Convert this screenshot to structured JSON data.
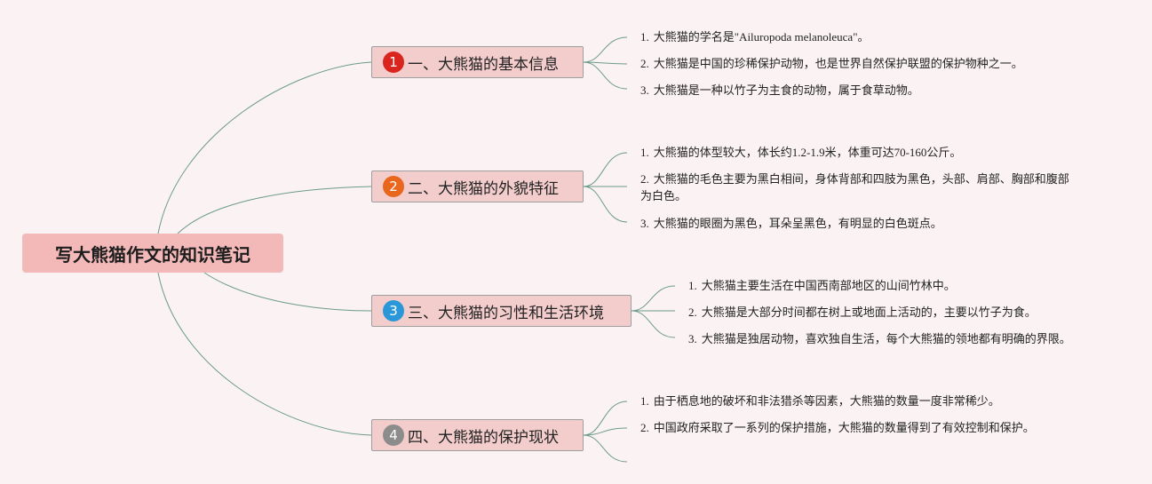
{
  "title": "写大熊猫作文的知识笔记",
  "colors": {
    "line": "#6b9a8c",
    "root_bg": "#f3b9b9",
    "branch_bg": "#f3cccc"
  },
  "branches": [
    {
      "badge": "1",
      "badge_color": "#d9251d",
      "label": "一、大熊猫的基本信息",
      "items": [
        {
          "num": "1.",
          "text": "大熊猫的学名是\"Ailuropoda melanoleuca\"。"
        },
        {
          "num": "2.",
          "text": "大熊猫是中国的珍稀保护动物，也是世界自然保护联盟的保护物种之一。"
        },
        {
          "num": "3.",
          "text": "大熊猫是一种以竹子为主食的动物，属于食草动物。"
        }
      ]
    },
    {
      "badge": "2",
      "badge_color": "#e9661d",
      "label": "二、大熊猫的外貌特征",
      "items": [
        {
          "num": "1.",
          "text": "大熊猫的体型较大，体长约1.2-1.9米，体重可达70-160公斤。"
        },
        {
          "num": "2.",
          "text": "大熊猫的毛色主要为黑白相间，身体背部和四肢为黑色，头部、肩部、胸部和腹部为白色。"
        },
        {
          "num": "3.",
          "text": "大熊猫的眼圈为黑色，耳朵呈黑色，有明显的白色斑点。"
        }
      ]
    },
    {
      "badge": "3",
      "badge_color": "#2a97d8",
      "label": "三、大熊猫的习性和生活环境",
      "items": [
        {
          "num": "1.",
          "text": "大熊猫主要生活在中国西南部地区的山间竹林中。"
        },
        {
          "num": "2.",
          "text": "大熊猫是大部分时间都在树上或地面上活动的，主要以竹子为食。"
        },
        {
          "num": "3.",
          "text": "大熊猫是独居动物，喜欢独自生活，每个大熊猫的领地都有明确的界限。"
        }
      ]
    },
    {
      "badge": "4",
      "badge_color": "#8c8c8c",
      "label": "四、大熊猫的保护现状",
      "items": [
        {
          "num": "1.",
          "text": "由于栖息地的破坏和非法猎杀等因素，大熊猫的数量一度非常稀少。"
        },
        {
          "num": "2.",
          "text": "中国政府采取了一系列的保护措施，大熊猫的数量得到了有效控制和保护。"
        },
        {
          "num": "",
          "text": ""
        }
      ]
    }
  ]
}
